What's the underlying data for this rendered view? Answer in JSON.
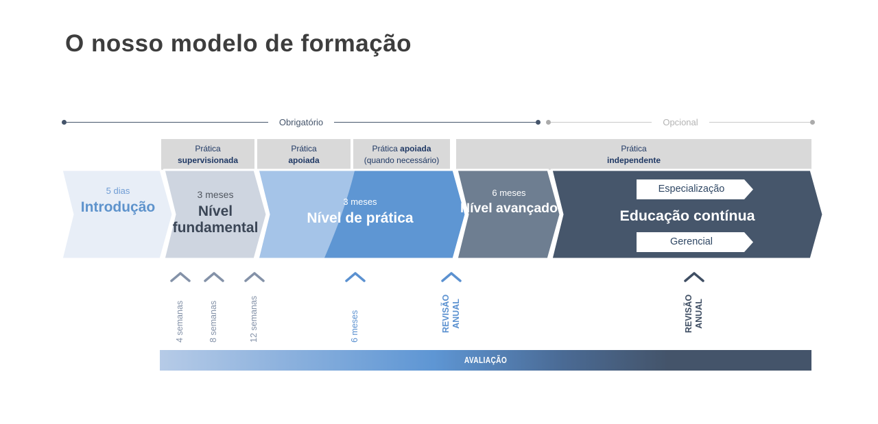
{
  "title": "O nosso modelo de formação",
  "timeline": {
    "mandatory": "Obrigatório",
    "optional": "Opcional"
  },
  "headers": [
    {
      "l1": "Prática",
      "l2_bold": "supervisionada"
    },
    {
      "l1": "Prática",
      "l2_bold": "apoiada"
    },
    {
      "l1": "Prática ",
      "l1_bold": "apoiada",
      "l2": "(quando necessário)"
    },
    {
      "l1": "Prática",
      "l2_bold": "independente"
    }
  ],
  "stages": [
    {
      "duration": "5 dias",
      "name": "Introdução"
    },
    {
      "duration": "3 meses",
      "name": "Nível fundamental"
    },
    {
      "duration": "3 meses",
      "name": "Nível de prática"
    },
    {
      "duration": "6 meses",
      "name": "Nível avançado"
    },
    {
      "name": "Educação contínua",
      "banner_top": "Especialização",
      "banner_bottom": "Gerencial"
    }
  ],
  "milestones": [
    {
      "label": "4 semanas"
    },
    {
      "label": "8 semanas"
    },
    {
      "label": "12 semanas"
    },
    {
      "label": "6 meses"
    },
    {
      "line1": "REVISÃO",
      "line2": "ANUAL"
    },
    {
      "line1": "REVISÃO",
      "line2": "ANUAL"
    }
  ],
  "evaluation": {
    "label": "AVALIAÇÃO"
  },
  "colors": {
    "title_text": "#3d3d3d",
    "timeline_dark": "#44546a",
    "timeline_light": "#c9c9c9",
    "header_gray": "#d9d9d9",
    "header_text": "#1f3864",
    "stage1_fill": "#e8eef7",
    "stage2_fill": "#ced5e0",
    "stage3_fill_left": "#a5c4e8",
    "stage3_fill_right": "#5e96d3",
    "stage4_fill": "#6e7e91",
    "stage5_fill": "#46566b",
    "accent_blue": "#5e93cc",
    "marker_slate": "#8492a8",
    "marker_blue": "#5b91d0",
    "marker_dark": "#3f4e63"
  }
}
